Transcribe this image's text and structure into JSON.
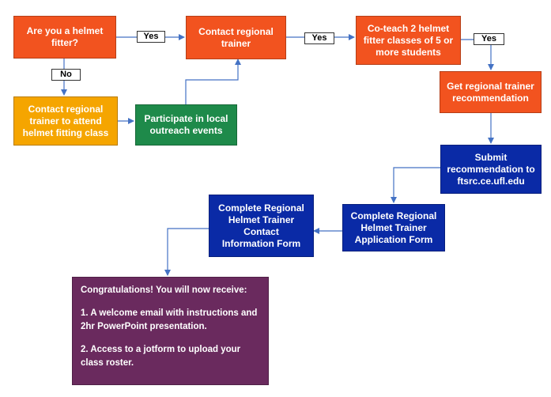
{
  "nodes": {
    "helmet_fitter": "Are you a helmet fitter?",
    "contact_trainer": "Contact regional trainer",
    "co_teach": "Co-teach 2 helmet fitter classes of 5 or more students",
    "contact_attend": "Contact regional trainer to attend helmet fitting class",
    "participate": "Participate in local outreach events",
    "recommendation": "Get regional trainer recommendation",
    "submit": "Submit recommendation to ftsrc.ce.ufl.edu",
    "application_form": "Complete Regional Helmet Trainer Application Form",
    "contact_info_form": "Complete Regional Helmet Trainer Contact Information  Form"
  },
  "edge_labels": {
    "yes_1": "Yes",
    "yes_2": "Yes",
    "yes_3": "Yes",
    "no": "No"
  },
  "final_box": {
    "heading": "Congratulations! You will now receive:",
    "item_1": "1. A welcome email with instructions and 2hr PowerPoint presentation.",
    "item_2": "2. Access to a jotform to upload your class roster."
  },
  "colors": {
    "orange": "#f2531f",
    "amber": "#f5a500",
    "green": "#1e8a4a",
    "navy": "#0a2aa6",
    "purple": "#6a2a5e",
    "arrow": "#4472c4"
  }
}
